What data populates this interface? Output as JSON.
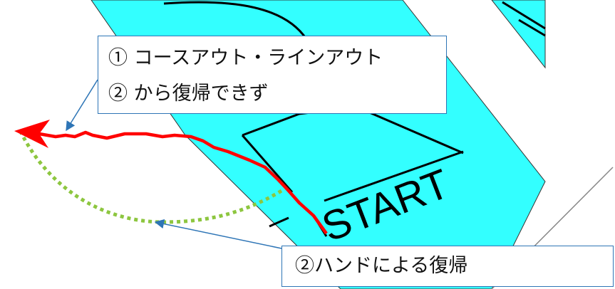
{
  "callouts": {
    "top": {
      "line1": "① コースアウト・ラインアウト",
      "line2": "② から復帰できず"
    },
    "bottom": {
      "text": "②ハンドによる復帰"
    }
  },
  "track": {
    "start_label": "START"
  },
  "colors": {
    "track_fill": "#33ffff",
    "line_out_path": "#ff0000",
    "hand_return_path": "#8dc63f",
    "callout_border": "#2e75b6"
  }
}
